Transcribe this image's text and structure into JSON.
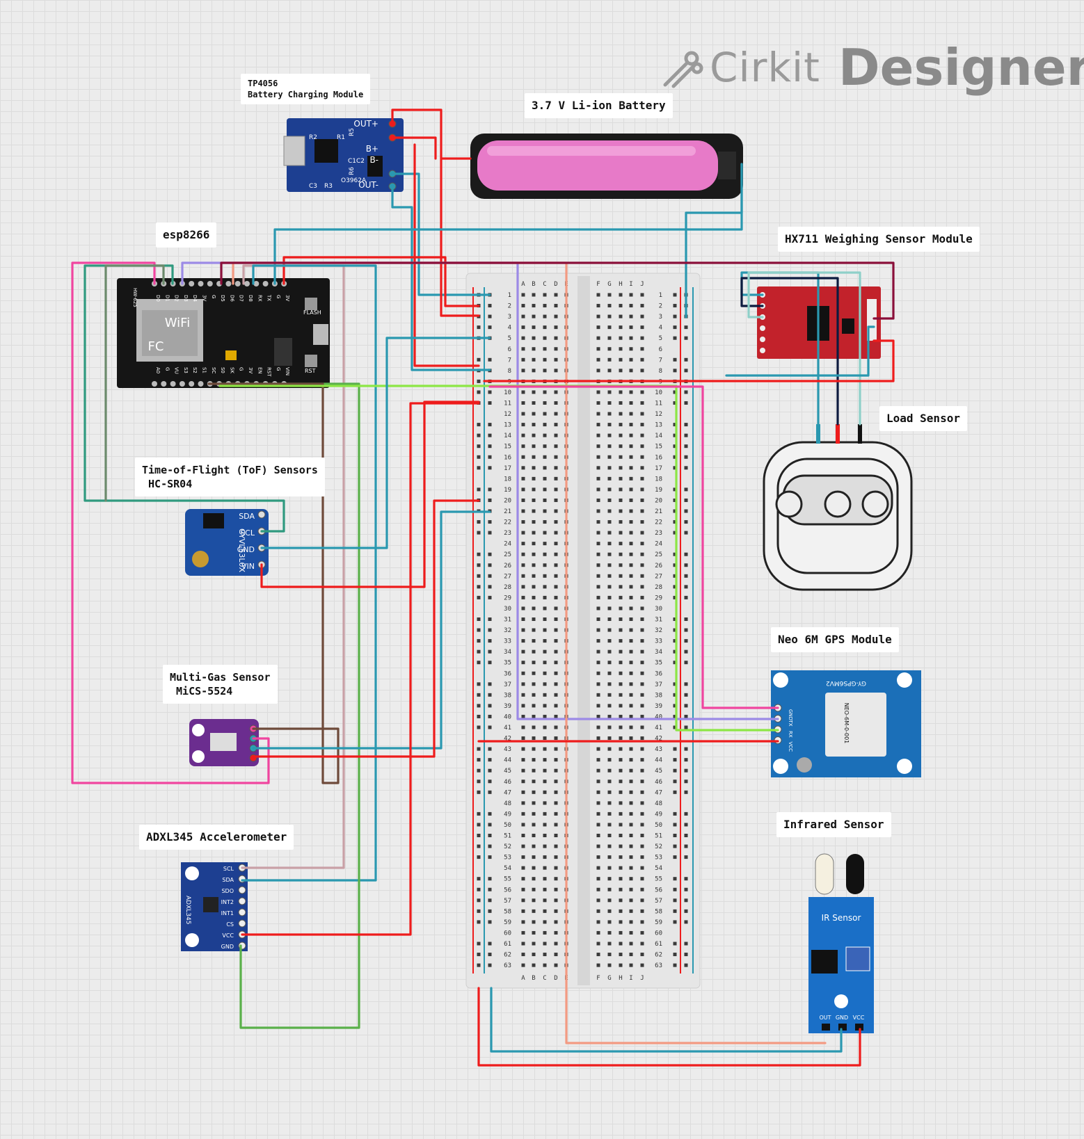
{
  "brand": {
    "name_light": "Cirkit",
    "name_bold": "Designer"
  },
  "components": {
    "tp4056": {
      "title": "TP4056\nBattery Charging Module",
      "pins": [
        "OUT+",
        "B+",
        "B-",
        "OUT-"
      ],
      "marks": [
        "R2",
        "R1",
        "R5",
        "C1C2",
        "R6",
        "C3",
        "R3",
        "O3962A"
      ]
    },
    "battery": {
      "title": "3.7 V Li-ion Battery"
    },
    "esp8266": {
      "title": "esp8266",
      "top_pins": [
        "D0",
        "D1",
        "D2",
        "D3",
        "D4",
        "3V",
        "G",
        "D5",
        "D6",
        "D7",
        "D8",
        "RX",
        "TX",
        "G",
        "3V"
      ],
      "bottom_pins": [
        "A0",
        "G",
        "VU",
        "S3",
        "S2",
        "S1",
        "SC",
        "S0",
        "SK",
        "G",
        "3V",
        "EN",
        "RST",
        "G",
        "VIN"
      ],
      "marks": [
        "FLASH",
        "RST",
        "WiFi",
        "FC",
        "HW-625"
      ]
    },
    "hx711": {
      "title": "HX711 Weighing Sensor Module"
    },
    "load_sensor": {
      "title": "Load Sensor"
    },
    "tof": {
      "title": "Time-of-Flight (ToF) Sensors\n HC-SR04",
      "pins": [
        "SDA",
        "SCL",
        "GND",
        "VIN"
      ],
      "marks": [
        "GYVL53L0X"
      ]
    },
    "gps": {
      "title": "Neo 6M GPS Module",
      "pins": [
        "GND",
        "TX",
        "RX",
        "VCC"
      ],
      "marks": [
        "GY-GPS6MV2",
        "NEO-6M-0-001"
      ]
    },
    "gas": {
      "title": "Multi-Gas Sensor\n MiCS-5524"
    },
    "adxl": {
      "title": "ADXL345 Accelerometer",
      "pins": [
        "SCL",
        "SDA",
        "SDO",
        "INT2",
        "INT1",
        "CS",
        "VCC",
        "GND"
      ],
      "marks": [
        "ADXL345"
      ]
    },
    "ir": {
      "title": "Infrared Sensor",
      "board_label": "IR Sensor",
      "pins": [
        "OUT",
        "GND",
        "VCC"
      ]
    }
  },
  "breadboard": {
    "rows": 63,
    "columns_left": [
      "A",
      "B",
      "C",
      "D",
      "E"
    ],
    "columns_right": [
      "F",
      "G",
      "H",
      "I",
      "J"
    ]
  },
  "colors": {
    "red": "#ee1c1c",
    "teal": "#2a98b0",
    "purple": "#9c8ae6",
    "pink": "#f0459f",
    "green": "#5ab04a",
    "lime": "#8de645",
    "brown": "#6e4a3a",
    "salmon": "#f39a82",
    "maroon": "#8a0f3a",
    "dusty_pink": "#c9a0a6"
  }
}
